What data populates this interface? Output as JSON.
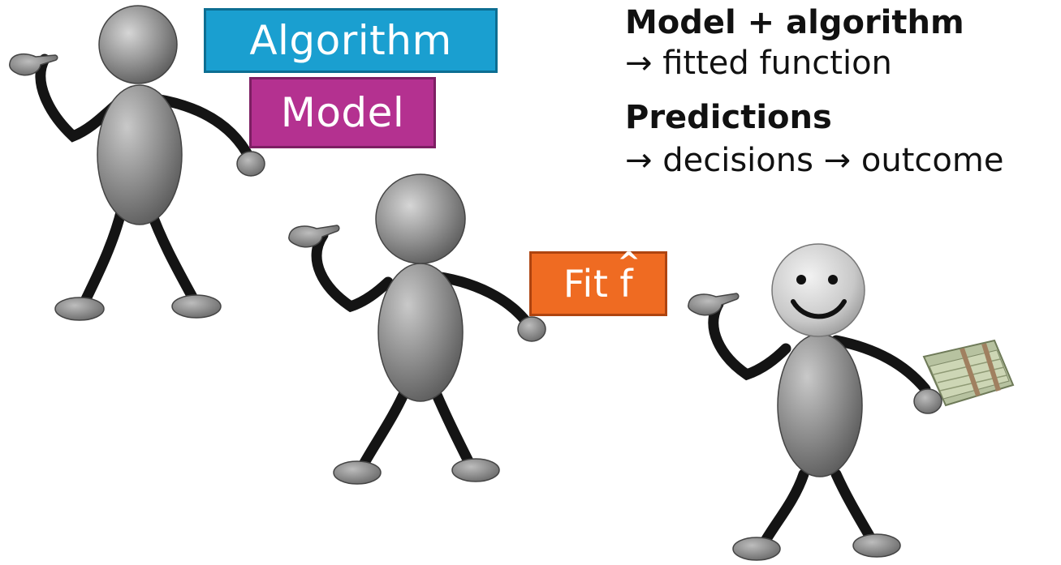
{
  "labels": {
    "algorithm": "Algorithm",
    "model": "Model",
    "fit": "Fit",
    "fit_symbol": "f",
    "fit_hat": "^"
  },
  "notes": {
    "heading1": "Model + algorithm",
    "line1": "→ fitted function",
    "heading2": "Predictions",
    "line2": "→ decisions → outcome"
  },
  "colors": {
    "algorithm": "#1a9fd0",
    "model": "#b43190",
    "fit": "#ef6b22",
    "figure_body": "#8a8a8a",
    "limb": "#141414"
  },
  "figures": [
    "stick-figure-thinking",
    "stick-figure-fitting",
    "stick-figure-happy-with-money"
  ]
}
